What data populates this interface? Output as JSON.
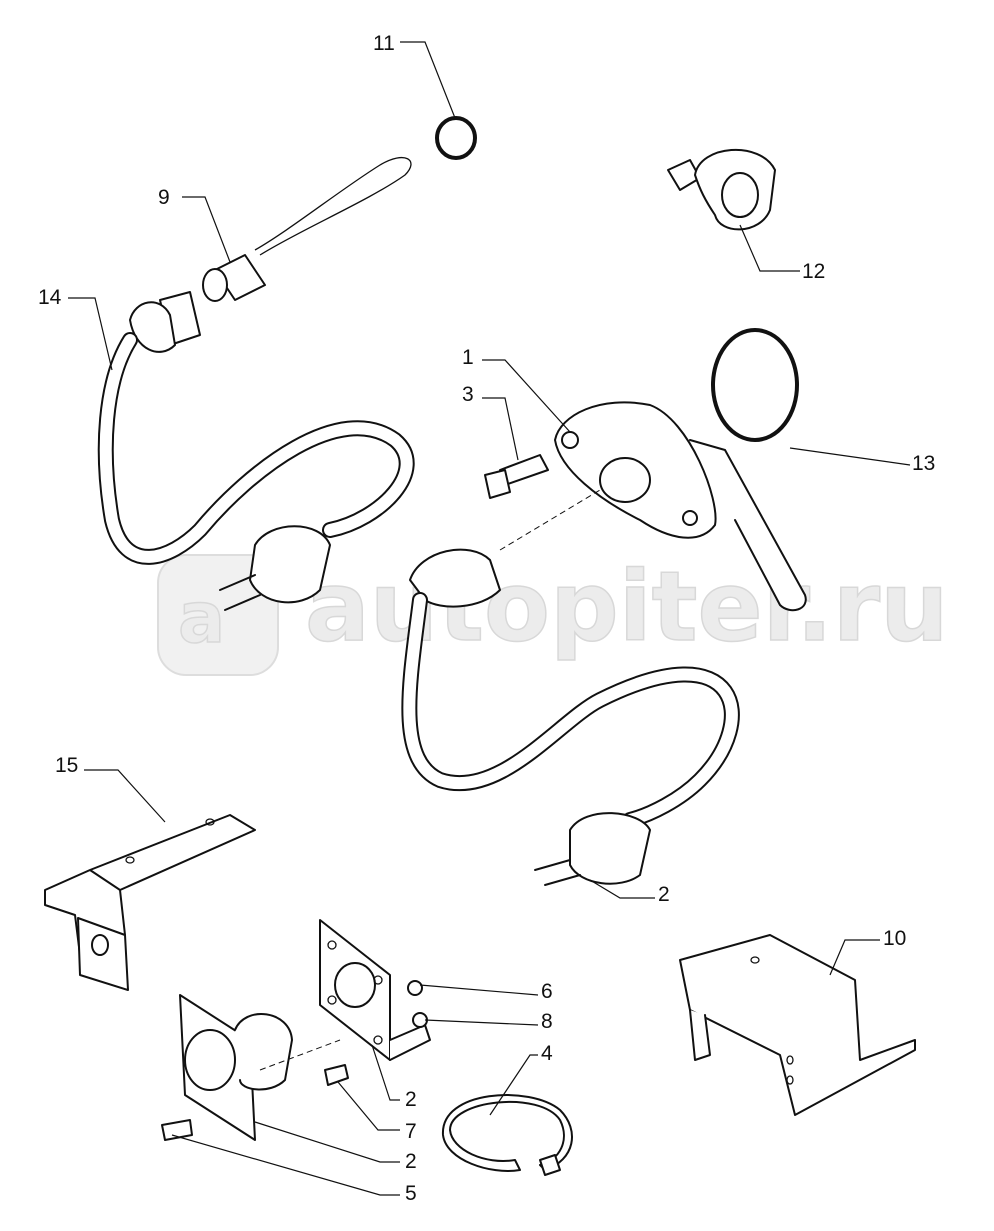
{
  "watermark": {
    "text": "autopiter.ru"
  },
  "callouts": {
    "c11": "11",
    "c9": "9",
    "c14": "14",
    "c12": "12",
    "c1": "1",
    "c3": "3",
    "c13": "13",
    "c15": "15",
    "c2a": "2",
    "c10": "10",
    "c6": "6",
    "c8": "8",
    "c4": "4",
    "c2b": "2",
    "c7": "7",
    "c2c": "2",
    "c5": "5"
  }
}
